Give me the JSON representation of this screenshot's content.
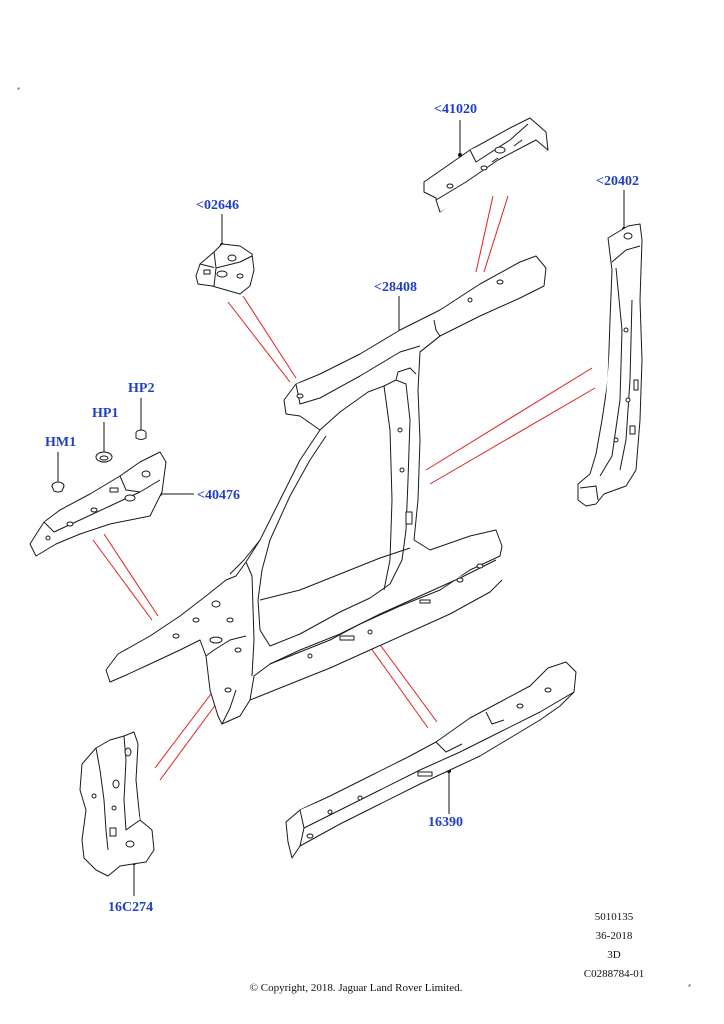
{
  "callouts": {
    "c41020": "<41020",
    "c20402": "<20402",
    "c02646": "<02646",
    "c28408": "<28408",
    "hp2": "HP2",
    "hp1": "HP1",
    "hm1": "HM1",
    "c40476": "<40476",
    "c16390": "16390",
    "c16c274": "16C274"
  },
  "meta": {
    "line1": "5010135",
    "line2": "36-2018",
    "line3": "3D",
    "line4": "C0288784-01"
  },
  "copyright": "© Copyright, 2018. Jaguar Land Rover Limited.",
  "colors": {
    "callout": "#1f3fc7",
    "leader_red": "#e02020",
    "part_outline": "#1a1a1a"
  }
}
